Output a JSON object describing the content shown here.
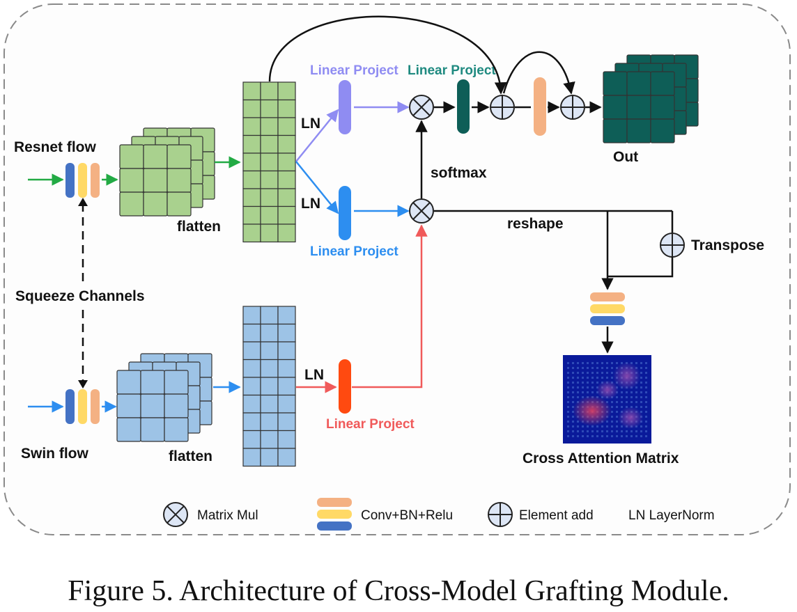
{
  "labels": {
    "resnet_flow": "Resnet flow",
    "swin_flow": "Swin flow",
    "squeeze_channels": "Squeeze Channels",
    "flatten_top": "flatten",
    "flatten_bottom": "flatten",
    "ln_top": "LN",
    "ln_mid": "LN",
    "ln_bottom": "LN",
    "linear_project_purple": "Linear Project",
    "linear_project_teal": "Linear Project",
    "linear_project_blue": "Linear Project",
    "linear_project_red": "Linear Project",
    "softmax": "softmax",
    "reshape": "reshape",
    "transpose": "Transpose",
    "out": "Out",
    "cross_attention_matrix": "Cross Attention Matrix"
  },
  "legend": {
    "matrix_mul": "Matrix Mul",
    "conv_bn_relu": "Conv+BN+Relu",
    "element_add": "Element add",
    "layernorm": "LN LayerNorm"
  },
  "caption": "Figure 5. Architecture of Cross-Model Grafting Module.",
  "colors": {
    "green_cell": "#a9d18e",
    "blue_cell": "#9dc3e6",
    "teal_cell": "#0e5e57",
    "purple": "#8f8cf2",
    "teal": "#1f8a80",
    "blue": "#2d8ef0",
    "red": "#f05a5a",
    "orange_bar": "#f4b183",
    "yellow_bar": "#ffd966",
    "blue_bar": "#4472c4"
  }
}
